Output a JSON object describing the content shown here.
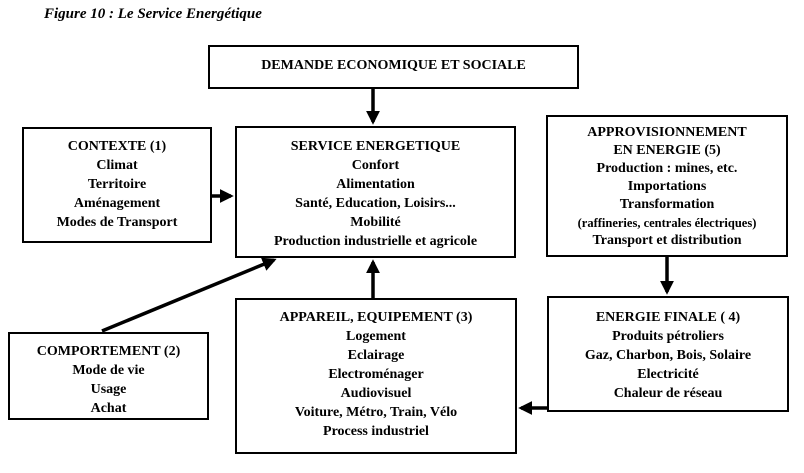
{
  "caption": "Figure 10 : Le Service Energétique",
  "demande": {
    "title": "DEMANDE ECONOMIQUE ET SOCIALE"
  },
  "contexte": {
    "title": "CONTEXTE  (1)",
    "items": [
      "Climat",
      "Territoire",
      "Aménagement",
      "Modes de Transport"
    ]
  },
  "service": {
    "title": "SERVICE ENERGETIQUE",
    "items": [
      "Confort",
      "Alimentation",
      "Santé, Education, Loisirs...",
      "Mobilité",
      "Production industrielle et agricole"
    ]
  },
  "approvisionnement": {
    "title_line1": "APPROVISIONNEMENT",
    "title_line2": "EN ENERGIE (5)",
    "items": [
      "Production : mines, etc.",
      "Importations",
      "Transformation",
      "(raffineries, centrales électriques)",
      "Transport et distribution"
    ]
  },
  "comportement": {
    "title": "COMPORTEMENT (2)",
    "items": [
      "Mode de vie",
      "Usage",
      "Achat"
    ]
  },
  "appareil": {
    "title": "APPAREIL, EQUIPEMENT (3)",
    "items": [
      "Logement",
      "Eclairage",
      "Electroménager",
      "Audiovisuel",
      "Voiture, Métro, Train, Vélo",
      "Process industriel"
    ]
  },
  "energie_finale": {
    "title": "ENERGIE FINALE ( 4)",
    "items": [
      "Produits pétroliers",
      "Gaz, Charbon, Bois, Solaire",
      "Electricité",
      "Chaleur de réseau"
    ]
  }
}
